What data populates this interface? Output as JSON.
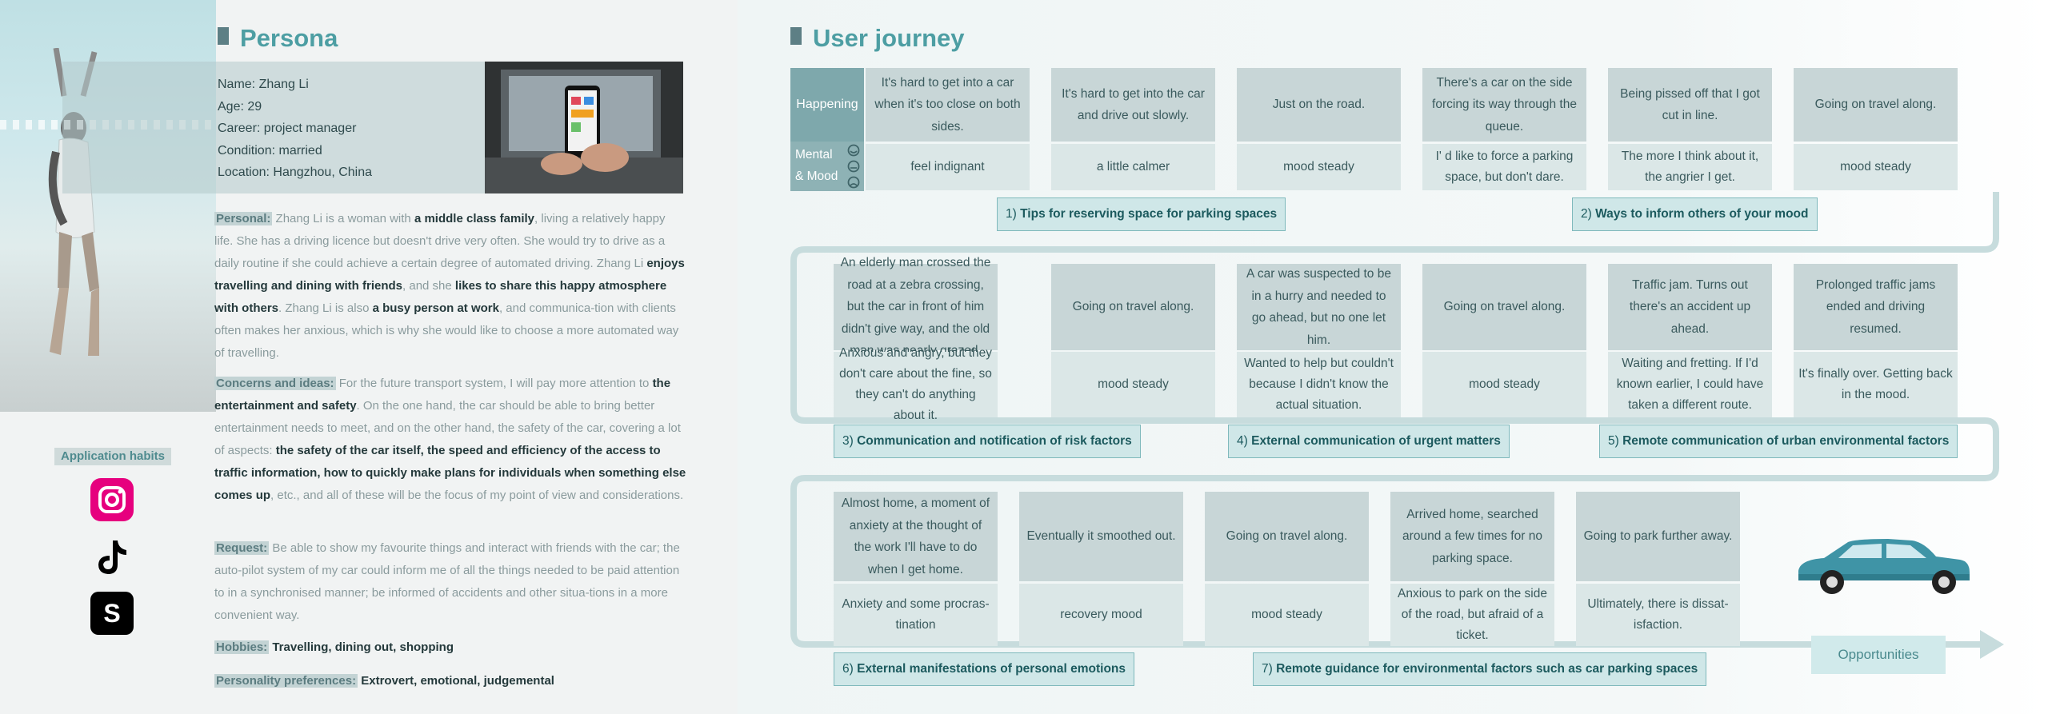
{
  "persona": {
    "title": "Persona",
    "name": "Name: Zhang Li",
    "age": "Age: 29",
    "career": "Career: project manager",
    "condition": "Condition: married",
    "location": "Location: Hangzhou, China",
    "personal_tag": "Personal:",
    "personal": [
      {
        "t": "Zhang Li is a woman with ",
        "b": false
      },
      {
        "t": "a middle class family",
        "b": true
      },
      {
        "t": ", living a relatively happy life. She has a driving licence but doesn't drive very often. She would try to drive as a daily routine if she could achieve a certain degree of automated driving. Zhang Li ",
        "b": false
      },
      {
        "t": "enjoys travelling and dining with friends",
        "b": true
      },
      {
        "t": ", and she ",
        "b": false
      },
      {
        "t": "likes to share this happy atmosphere with others",
        "b": true
      },
      {
        "t": ". Zhang Li is also ",
        "b": false
      },
      {
        "t": "a busy person at work",
        "b": true
      },
      {
        "t": ", and communica-tion with clients often makes her anxious, which is why she would like to choose a more automated way of travelling.",
        "b": false
      }
    ],
    "concerns_tag": "Concerns and ideas:",
    "concerns": [
      {
        "t": "For the future transport system, I will pay more attention to ",
        "b": false
      },
      {
        "t": "the entertainment and safety",
        "b": true
      },
      {
        "t": ". On the one hand, the car should be able to bring better entertainment needs to meet, and on the other hand, the safety of the car, covering a lot of aspects: ",
        "b": false
      },
      {
        "t": "the safety of the car itself, the speed and efficiency of the access to traffic information, how to quickly make plans for individuals when something else comes up",
        "b": true
      },
      {
        "t": ", etc., and all of these will be the focus of my point of view and considerations.",
        "b": false
      }
    ],
    "request_tag": "Request:",
    "request": "Be able to show my favourite things and interact with friends with the car; the auto-pilot system of my car could inform me of all the things needed to be paid attention to in a synchronised manner; be informed of accidents and other situa-tions in a more convenient way.",
    "hobbies_tag": "Hobbies:",
    "hobbies": "Travelling, dining out, shopping",
    "personality_tag": "Personality preferences:",
    "personality": "Extrovert, emotional, judgemental",
    "apps_label": "Application habits",
    "apps": [
      {
        "icon": "instagram-icon",
        "color": "#e6007e"
      },
      {
        "icon": "tiktok-icon",
        "color": "#000000"
      },
      {
        "icon": "s-app-icon",
        "color": "#000000"
      }
    ]
  },
  "journey": {
    "title": "User journey",
    "happening_label": "Happening",
    "mood_label_1": "Mental",
    "mood_label_2": "& Mood",
    "row1": [
      {
        "happening": "It's hard to get into a car when it's too close on both sides.",
        "mood": "feel indignant"
      },
      {
        "happening": "It's hard to get into the car and drive out slowly.",
        "mood": "a little calmer"
      },
      {
        "happening": "Just on the road.",
        "mood": "mood steady"
      },
      {
        "happening": "There's a car on the side forcing its way through the queue.",
        "mood": "I' d like to force a parking space, but don't dare."
      },
      {
        "happening": "Being pissed off that I got cut in line.",
        "mood": "The more I think about it, the angrier I get."
      },
      {
        "happening": "Going on travel along.",
        "mood": "mood steady"
      }
    ],
    "row2": [
      {
        "happening": "An elderly man crossed the road at a zebra crossing, but the car in front of him didn't give way, and the old man was nearly grazed.",
        "mood": "Anxious and angry, but they don't care about the fine, so they can't do anything about it."
      },
      {
        "happening": "Going on travel along.",
        "mood": "mood steady"
      },
      {
        "happening": "A car was suspected to be in a hurry and needed to go ahead, but no one let him.",
        "mood": "Wanted to help but couldn't because I didn't know the actual situation."
      },
      {
        "happening": "Going on travel along.",
        "mood": "mood steady"
      },
      {
        "happening": "Traffic jam. Turns out there's an accident up ahead.",
        "mood": "Waiting and fretting. If I'd known earlier, I could have taken a different route."
      },
      {
        "happening": "Prolonged traffic jams ended and driving resumed.",
        "mood": "It's finally over. Getting back in the mood."
      }
    ],
    "row3": [
      {
        "happening": "Almost home, a moment of anxiety at the thought of the work I'll have to do when I get home.",
        "mood": "Anxiety and some procras-tination"
      },
      {
        "happening": "Eventually it smoothed out.",
        "mood": "recovery mood"
      },
      {
        "happening": "Going on travel along.",
        "mood": "mood steady"
      },
      {
        "happening": "Arrived home, searched around a few times for no parking space.",
        "mood": "Anxious to park on the side of the road, but afraid of a ticket."
      },
      {
        "happening": "Going to park further away.",
        "mood": "Ultimately, there is dissat-isfaction."
      }
    ],
    "opportunities": [
      {
        "num": "1)",
        "text": "Tips for reserving space for parking spaces"
      },
      {
        "num": "2)",
        "text": "Ways to inform others of your mood"
      },
      {
        "num": "3)",
        "text": "Communication and notification of risk factors"
      },
      {
        "num": "4)",
        "text": "External communication of urgent matters"
      },
      {
        "num": "5)",
        "text": "Remote communication of urban environmental factors"
      },
      {
        "num": "6)",
        "text": "External manifestations of personal emotions"
      },
      {
        "num": "7)",
        "text": "Remote guidance for environmental factors such as car parking spaces"
      }
    ],
    "opportunities_label": "Opportunities"
  }
}
